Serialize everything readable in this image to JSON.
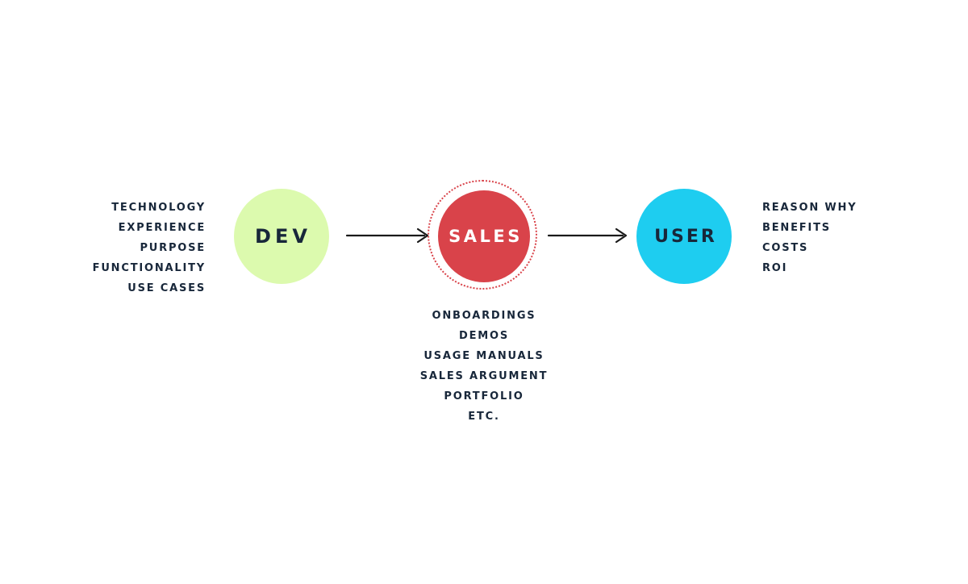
{
  "diagram": {
    "title": "dev-sales-user-flow",
    "nodes": {
      "dev": {
        "label": "DEV",
        "fill": "#dcfaae",
        "text_color": "#18273a"
      },
      "sales": {
        "label": "SALES",
        "fill": "#d9434a",
        "text_color": "#ffffff",
        "ring_color": "#d9434a",
        "ring_style": "dotted"
      },
      "user": {
        "label": "USER",
        "fill": "#1ecdf0",
        "text_color": "#18273a"
      }
    },
    "lists": {
      "dev_attributes": [
        "TECHNOLOGY",
        "EXPERIENCE",
        "PURPOSE",
        "FUNCTIONALITY",
        "USE CASES"
      ],
      "sales_deliverables": [
        "ONBOARDINGS",
        "DEMOS",
        "USAGE MANUALS",
        "SALES ARGUMENT",
        "PORTFOLIO",
        "ETC."
      ],
      "user_concerns": [
        "REASON WHY",
        "BENEFITS",
        "COSTS",
        "ROI"
      ]
    },
    "arrows": [
      {
        "from": "dev",
        "to": "sales"
      },
      {
        "from": "sales",
        "to": "user"
      }
    ],
    "colors": {
      "background": "#ffffff",
      "list_text": "#18273a",
      "arrow": "#1a1a1a"
    }
  }
}
